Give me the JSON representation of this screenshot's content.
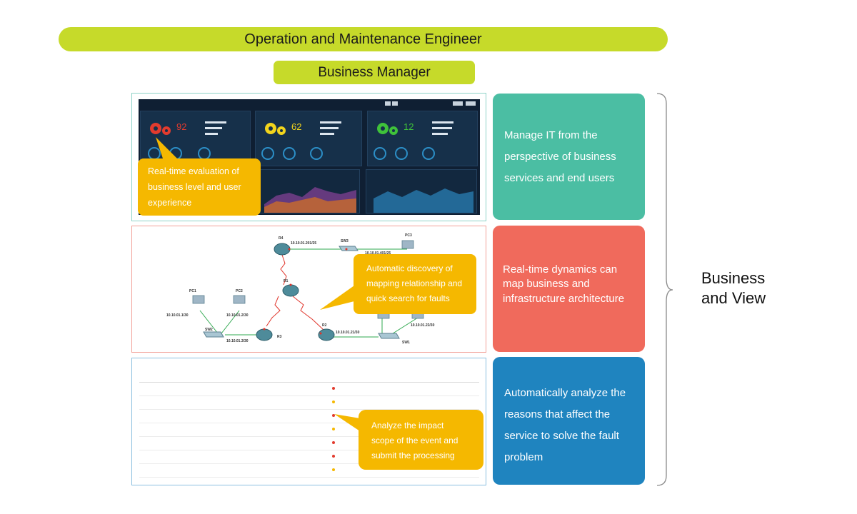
{
  "header": {
    "top_bar": "Operation and Maintenance Engineer",
    "sub_bar": "Business Manager"
  },
  "dashboard": {
    "scores": [
      "92",
      "62",
      "12"
    ],
    "gear_colors": [
      "#e23b2e",
      "#f2d41c",
      "#3fc23a"
    ]
  },
  "callouts": {
    "realtime_eval": "Real-time evaluation of\nbusiness level and user\nexperience",
    "auto_discovery": "Automatic discovery of\nmapping relationship and\nquick search for faults",
    "impact": "Analyze the impact\nscope of the event and\nsubmit the processing"
  },
  "features": {
    "manage_it": "Manage IT from the perspective of business services and end users",
    "realtime_dynamics": "Real-time dynamics can map business and infrastructure architecture",
    "auto_analyze": "Automatically analyze the reasons that affect the service to solve the fault problem"
  },
  "side_label": {
    "line1": "Business",
    "line2": "and View"
  },
  "topology": {
    "nodes": {
      "r4": "R4",
      "sw3": "SW3",
      "pc3": "PC3",
      "r1": "R1",
      "pc1": "PC1",
      "pc2": "PC2",
      "sw2": "SW2",
      "r3": "R3",
      "r2": "R2",
      "sw1": "SW1"
    },
    "addresses": {
      "r4_sw3": "10.10.01.201/25",
      "pc3": "10.10.01.401/25",
      "pc1": "10.10.01.1/30",
      "pc2": "10.10.01.2/30",
      "r3": "10.10.01.3/30",
      "r2": "10.10.01.21/30",
      "sw1": "10.10.01.22/30"
    }
  },
  "colors": {
    "lime": "#c6da2a",
    "teal": "#4bbea3",
    "coral": "#f06a5c",
    "blue": "#1f84bf",
    "callout": "#f5b800"
  }
}
